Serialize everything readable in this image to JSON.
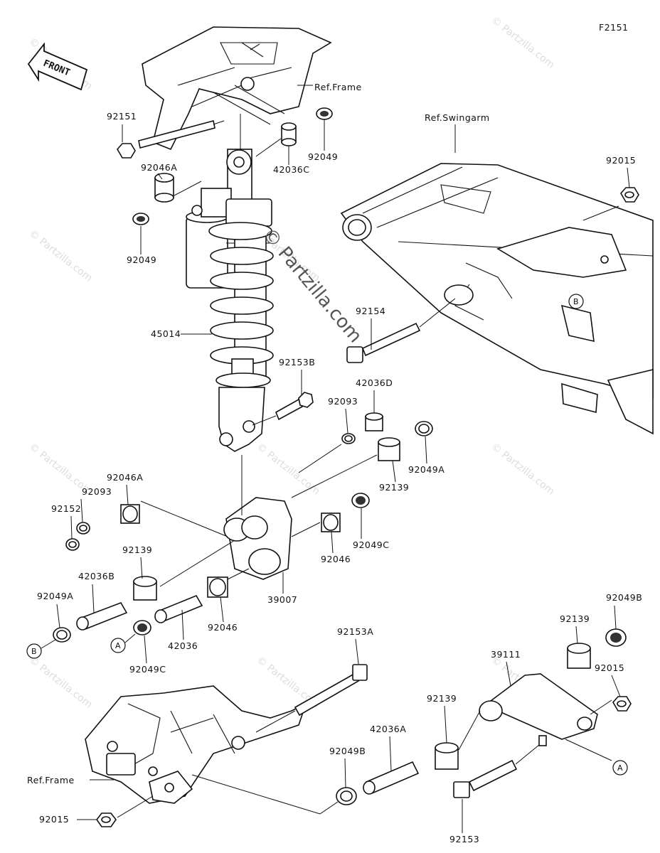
{
  "diagram_code": "F2151",
  "watermark": {
    "main": "© Partzilla.com",
    "tile": "© Partzilla.com"
  },
  "front_arrow": "FRONT",
  "ref_labels": {
    "frame_top": "Ref.Frame",
    "swingarm": "Ref.Swingarm",
    "frame_bottom": "Ref.Frame"
  },
  "callouts": {
    "A": "A",
    "B": "B"
  },
  "parts": [
    "92151",
    "92046A",
    "92049",
    "42036C",
    "92049",
    "92015",
    "92154",
    "45014",
    "92153B",
    "42036D",
    "92093",
    "92049A",
    "92139",
    "92046A",
    "92093",
    "92152",
    "92049C",
    "92046",
    "92139",
    "39007",
    "42036B",
    "92049A",
    "92046",
    "42036",
    "92049C",
    "92153A",
    "92049B",
    "92139",
    "39111",
    "92015",
    "92139",
    "42036A",
    "92049B",
    "92015",
    "92153"
  ]
}
